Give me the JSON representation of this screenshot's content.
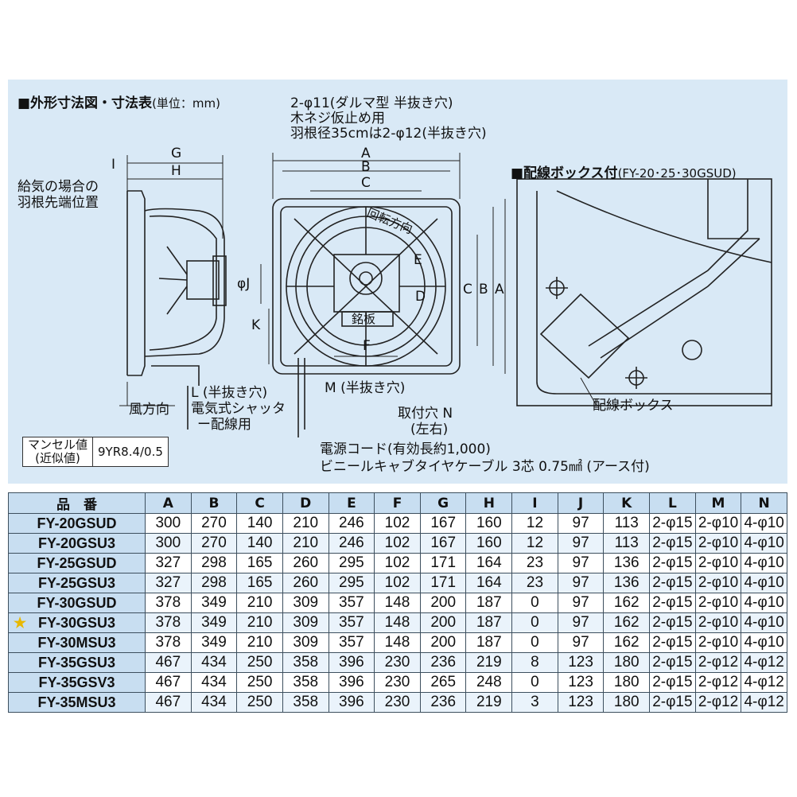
{
  "figure": {
    "title": "■外形寸法図・寸法表",
    "unit": "(単位：mm)",
    "note_hole_1": "2-φ11(ダルマ型 半抜き穴)",
    "note_hole_2": "木ネジ仮止め用",
    "note_hole_3": "羽根径35cmは2-φ12(半抜き穴)",
    "supply_note_1": "給気の場合の",
    "supply_note_2": "羽根先端位置",
    "wind_direction": "風方向",
    "rotation_direction": "回転方向",
    "nameplate": "銘板",
    "l_hole": "L (半抜き穴)",
    "shutter_1": "電気式シャッタ",
    "shutter_2": "ー配線用",
    "m_hole": "M (半抜き穴)",
    "mount_hole_1": "取付穴 N",
    "mount_hole_2": "(左右)",
    "cord_1": "電源コード(有効長約1,000)",
    "cord_2": "ビニールキャブタイヤケーブル 3芯 0.75㎟ (アース付)",
    "dims": {
      "A": "A",
      "B": "B",
      "C": "C",
      "D": "D",
      "E": "E",
      "F": "F",
      "G": "G",
      "H": "H",
      "I": "I",
      "J": "φJ",
      "K": "K"
    },
    "box_title": "■配線ボックス付",
    "box_models": "(FY-20･25･30GSUD)",
    "box_label": "配線ボックス",
    "munsell_label_1": "マンセル値",
    "munsell_label_2": "(近似値)",
    "munsell_value": "9YR8.4/0.5"
  },
  "table": {
    "headers": [
      "品　番",
      "A",
      "B",
      "C",
      "D",
      "E",
      "F",
      "G",
      "H",
      "I",
      "J",
      "K",
      "L",
      "M",
      "N"
    ],
    "rows": [
      {
        "model": "FY-20GSUD",
        "star": "",
        "v": [
          "300",
          "270",
          "140",
          "210",
          "246",
          "102",
          "167",
          "160",
          "12",
          "97",
          "113",
          "2-φ15",
          "2-φ10",
          "4-φ10"
        ]
      },
      {
        "model": "FY-20GSU3",
        "star": "",
        "v": [
          "300",
          "270",
          "140",
          "210",
          "246",
          "102",
          "167",
          "160",
          "12",
          "97",
          "113",
          "2-φ15",
          "2-φ10",
          "4-φ10"
        ]
      },
      {
        "model": "FY-25GSUD",
        "star": "",
        "v": [
          "327",
          "298",
          "165",
          "260",
          "295",
          "102",
          "171",
          "164",
          "23",
          "97",
          "136",
          "2-φ15",
          "2-φ10",
          "4-φ10"
        ]
      },
      {
        "model": "FY-25GSU3",
        "star": "",
        "v": [
          "327",
          "298",
          "165",
          "260",
          "295",
          "102",
          "171",
          "164",
          "23",
          "97",
          "136",
          "2-φ15",
          "2-φ10",
          "4-φ10"
        ]
      },
      {
        "model": "FY-30GSUD",
        "star": "",
        "v": [
          "378",
          "349",
          "210",
          "309",
          "357",
          "148",
          "200",
          "187",
          "0",
          "97",
          "162",
          "2-φ15",
          "2-φ10",
          "4-φ10"
        ]
      },
      {
        "model": "FY-30GSU3",
        "star": "★",
        "v": [
          "378",
          "349",
          "210",
          "309",
          "357",
          "148",
          "200",
          "187",
          "0",
          "97",
          "162",
          "2-φ15",
          "2-φ10",
          "4-φ10"
        ]
      },
      {
        "model": "FY-30MSU3",
        "star": "",
        "v": [
          "378",
          "349",
          "210",
          "309",
          "357",
          "148",
          "200",
          "187",
          "0",
          "97",
          "162",
          "2-φ15",
          "2-φ10",
          "4-φ10"
        ]
      },
      {
        "model": "FY-35GSU3",
        "star": "",
        "v": [
          "467",
          "434",
          "250",
          "358",
          "396",
          "230",
          "236",
          "219",
          "8",
          "123",
          "180",
          "2-φ15",
          "2-φ12",
          "4-φ12"
        ]
      },
      {
        "model": "FY-35GSV3",
        "star": "",
        "v": [
          "467",
          "434",
          "250",
          "358",
          "396",
          "230",
          "265",
          "248",
          "0",
          "123",
          "180",
          "2-φ15",
          "2-φ12",
          "4-φ12"
        ]
      },
      {
        "model": "FY-35MSU3",
        "star": "",
        "v": [
          "467",
          "434",
          "250",
          "358",
          "396",
          "230",
          "236",
          "219",
          "3",
          "123",
          "180",
          "2-φ15",
          "2-φ12",
          "4-φ12"
        ]
      }
    ]
  }
}
